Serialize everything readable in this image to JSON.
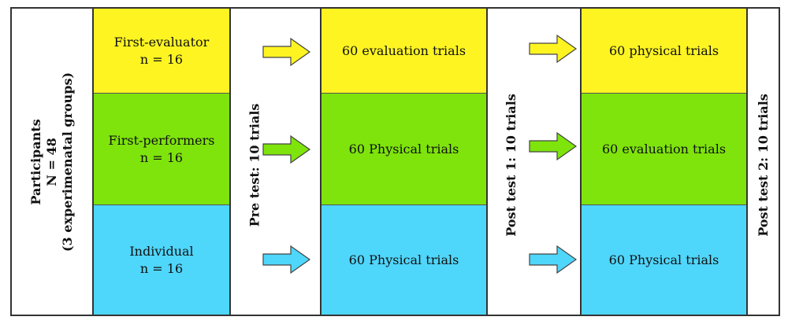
{
  "participants": {
    "line1": "Participants",
    "line2": "N = 48",
    "line3": "(3 experimenatal groups)"
  },
  "groups": [
    {
      "name": "First-evaluator",
      "n": "n = 16",
      "color": "#fdf422"
    },
    {
      "name": "First-performers",
      "n": "n = 16",
      "color": "#7ee40c"
    },
    {
      "name": "Individual",
      "n": "n = 16",
      "color": "#4fd6fb"
    }
  ],
  "pretest": "Pre test: 10 trials",
  "phase1": [
    "60 evaluation trials",
    "60 Physical trials",
    "60 Physical trials"
  ],
  "posttest1": "Post test 1: 10 trials",
  "phase2": [
    "60 physical trials",
    "60 evaluation trials",
    "60 Physical trials"
  ],
  "posttest2": "Post test 2: 10 trials",
  "colors": {
    "yellow": "#fdf422",
    "green": "#7ee40c",
    "blue": "#4fd6fb",
    "border": "#333333"
  }
}
